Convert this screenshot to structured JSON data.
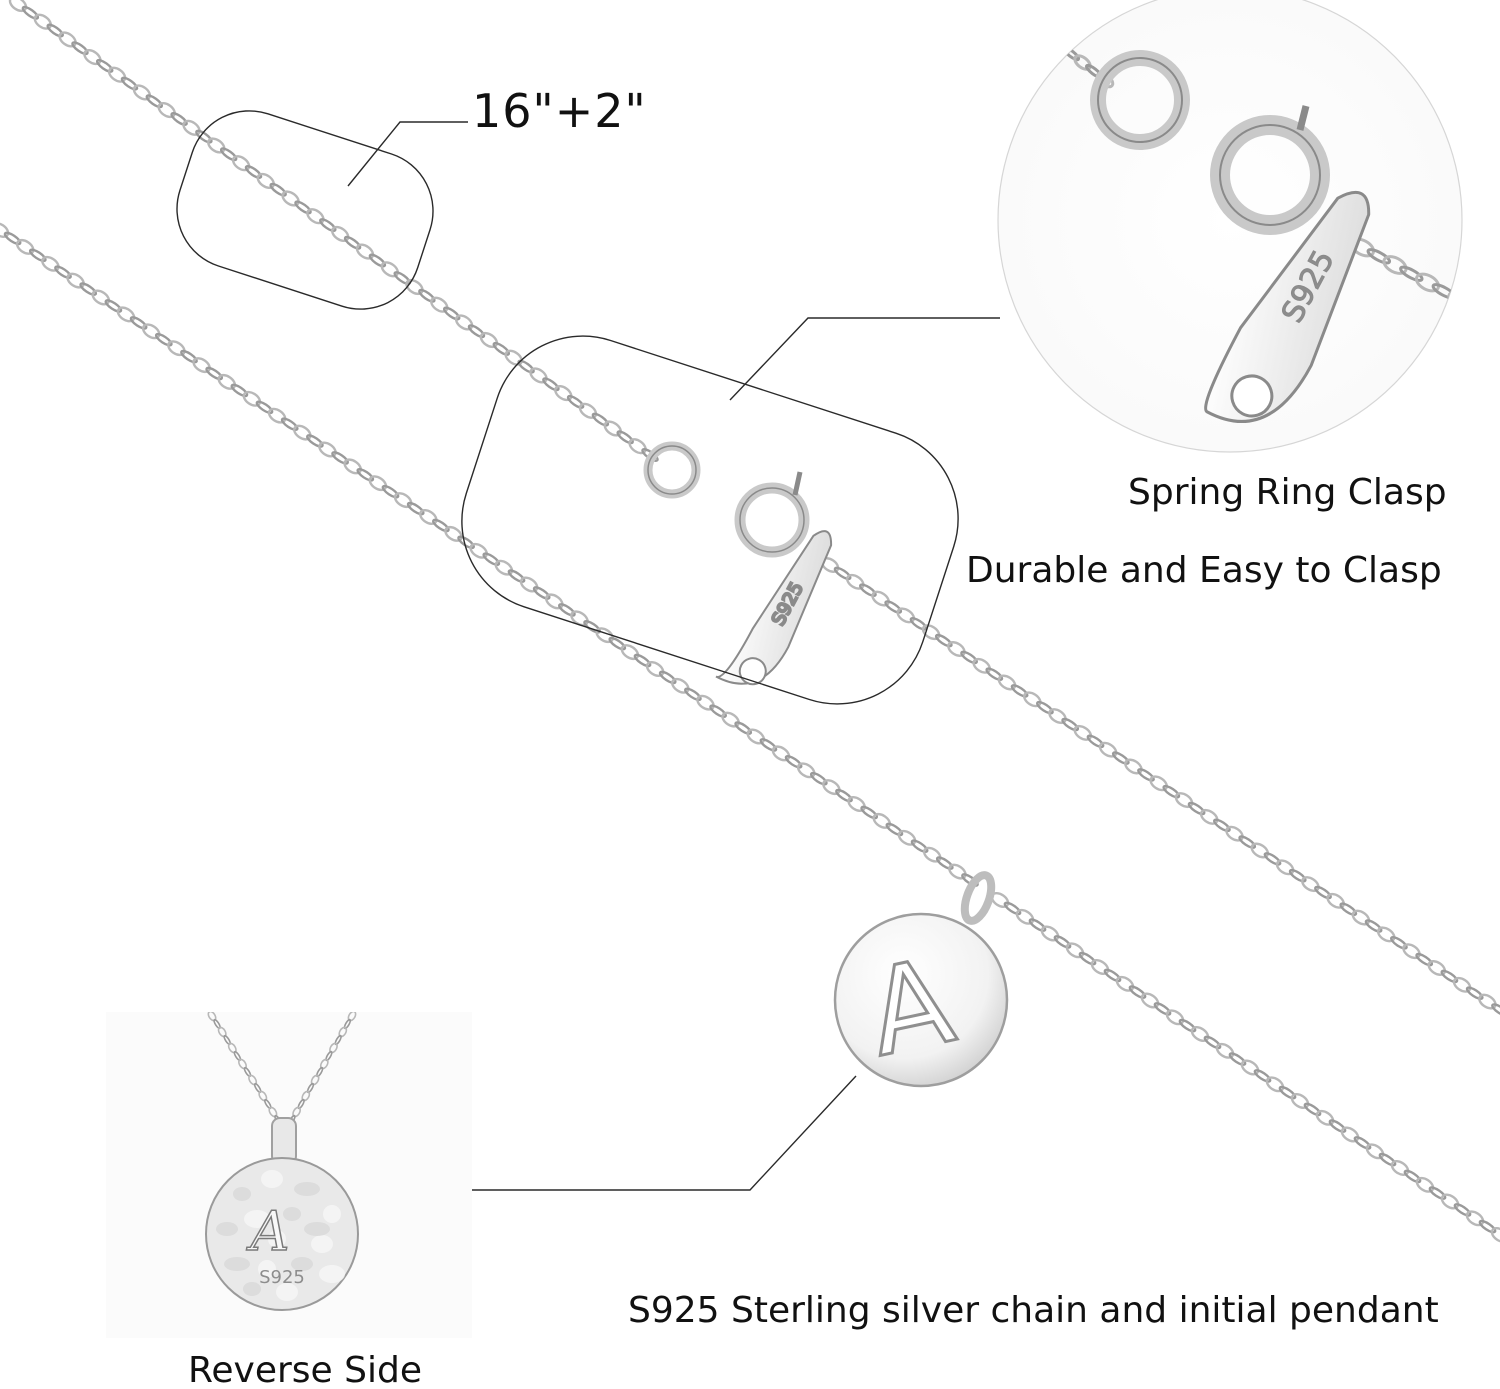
{
  "labels": {
    "chain_length": "16\"+2\"",
    "clasp_type": "Spring Ring Clasp",
    "clasp_note": "Durable and Easy to Clasp",
    "material": "S925 Sterling silver chain and initial pendant",
    "reverse_side": "Reverse Side"
  },
  "engravings": {
    "clasp_tag": "S925",
    "pendant_initial": "A",
    "reverse_script_initial": "A",
    "reverse_stamp": "S925"
  },
  "colors": {
    "background": "#ffffff",
    "silver_light": "#eeeeee",
    "silver_mid": "#c9c9c9",
    "silver_dark": "#8a8a8a",
    "callout_line": "#2a2a2a"
  },
  "icons": {
    "chain": "cable-chain",
    "clasp": "spring-ring-clasp",
    "pendant": "round-disc-pendant"
  }
}
